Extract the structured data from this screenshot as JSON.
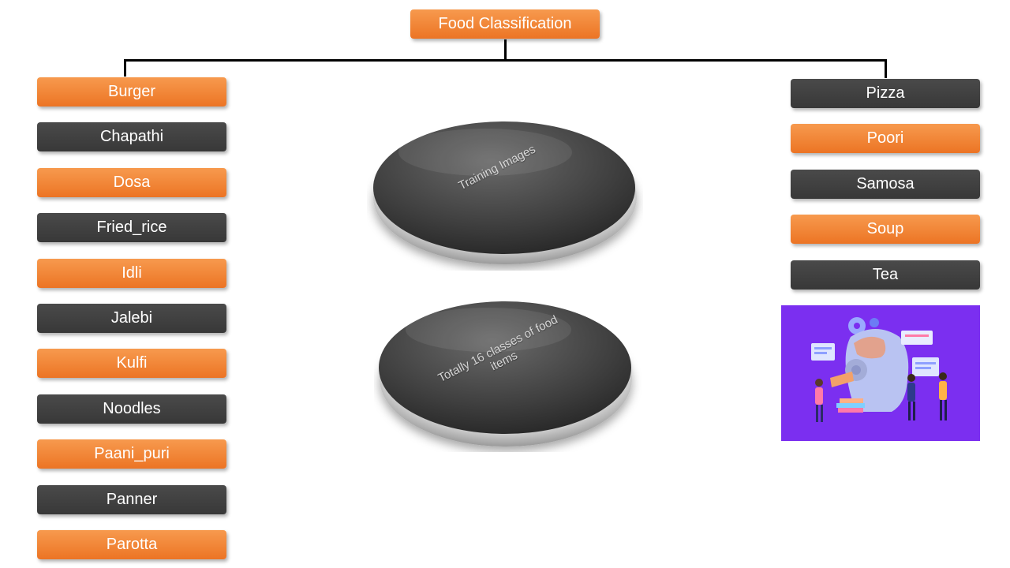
{
  "title": "Food Classification",
  "left_classes": [
    "Burger",
    "Chapathi",
    "Dosa",
    "Fried_rice",
    "Idli",
    "Jalebi",
    "Kulfi",
    "Noodles",
    "Paani_puri",
    "Panner",
    "Parotta"
  ],
  "right_classes": [
    "Pizza",
    "Poori",
    "Samosa",
    "Soup",
    "Tea"
  ],
  "disc_training": "Training Images",
  "disc_classes": "Totally 16 classes of food items",
  "colors": {
    "orange": "#ec7424",
    "dark": "#3c3c3c",
    "illustration_bg": "#7b2ff0"
  }
}
